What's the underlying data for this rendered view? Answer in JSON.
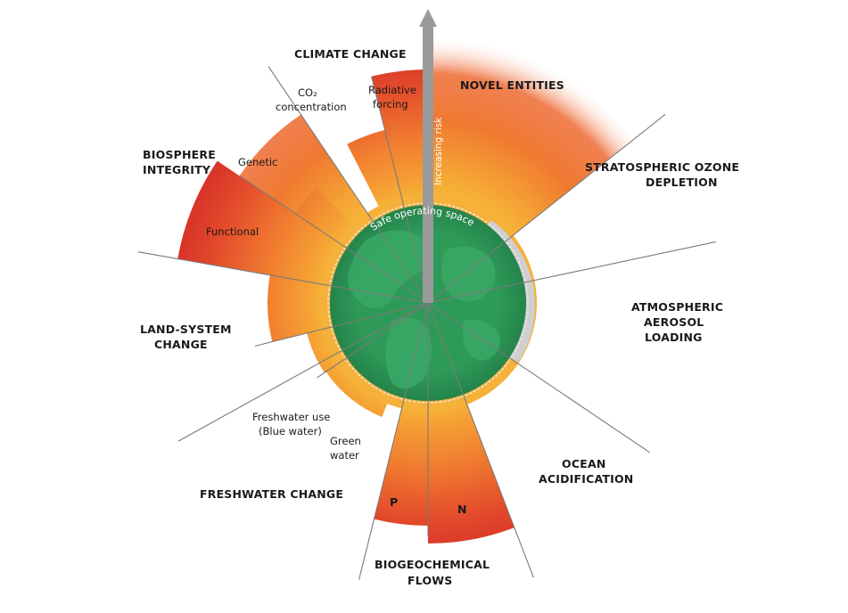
{
  "diagram": {
    "labels": {
      "climate_change": "CLIMATE CHANGE",
      "co2": "CO₂",
      "co2_concentration": "concentration",
      "radiative": "Radiative",
      "forcing": "forcing",
      "novel_entities": "NOVEL ENTITIES",
      "strat_ozone_1": "STRATOSPHERIC OZONE",
      "strat_ozone_2": "DEPLETION",
      "aerosol_1": "ATMOSPHERIC",
      "aerosol_2": "AEROSOL",
      "aerosol_3": "LOADING",
      "ocean_1": "OCEAN",
      "ocean_2": "ACIDIFICATION",
      "biogeo_1": "BIOGEOCHEMICAL",
      "biogeo_2": "FLOWS",
      "p": "P",
      "n": "N",
      "freshwater_change": "FRESHWATER CHANGE",
      "green_1": "Green",
      "green_2": "water",
      "fresh_use_1": "Freshwater use",
      "fresh_use_2": "(Blue water)",
      "land_1": "LAND-SYSTEM",
      "land_2": "CHANGE",
      "bio_1": "BIOSPHERE",
      "bio_2": "INTEGRITY",
      "genetic": "Genetic",
      "functional": "Functional",
      "safe_space": "Safe operating space",
      "increasing_risk": "Increasing risk"
    },
    "colors": {
      "safe_green": "#2e9a58",
      "boundary_yellow": "#f5b335",
      "orange": "#f07a30",
      "red": "#d8302a",
      "arrow_grey": "#9a9a9a",
      "line_grey": "#7a7a7a"
    }
  }
}
